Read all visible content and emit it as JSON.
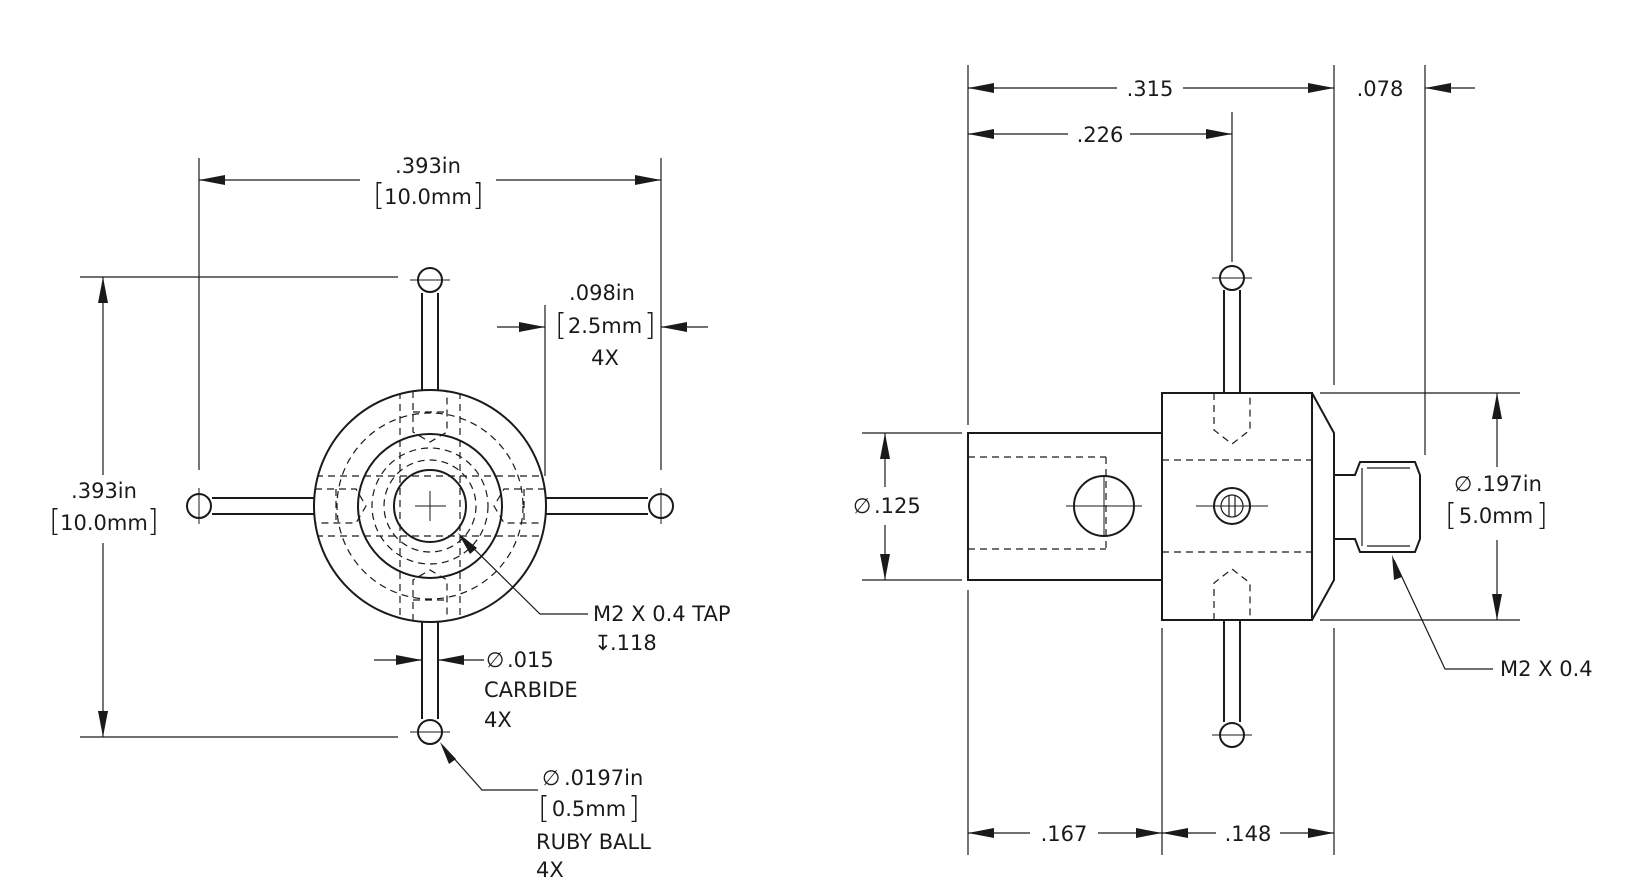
{
  "front_view": {
    "width_in": ".393in",
    "width_mm": "10.0mm",
    "height_in": ".393in",
    "height_mm": "10.0mm",
    "stem_len_in": ".098in",
    "stem_len_mm": "2.5mm",
    "stem_len_qty": "4X",
    "tap_label": "M2 X 0.4 TAP",
    "tap_depth_symbol": "↧",
    "tap_depth": ".118",
    "carbide_dia": ".015",
    "carbide_label": "CARBIDE",
    "carbide_qty": "4X",
    "ball_dia_in": ".0197in",
    "ball_dia_mm": "0.5mm",
    "ball_label": "RUBY BALL",
    "ball_qty": "4X",
    "diameter_symbol": "∅"
  },
  "side_view": {
    "overall_len": ".315",
    "stylus_pos": ".226",
    "thread_len": ".078",
    "shank_dia": ".125",
    "body_dia_in": ".197in",
    "body_dia_mm": "5.0mm",
    "thread_label": "M2 X 0.4",
    "shank_len": ".167",
    "body_len": ".148"
  }
}
